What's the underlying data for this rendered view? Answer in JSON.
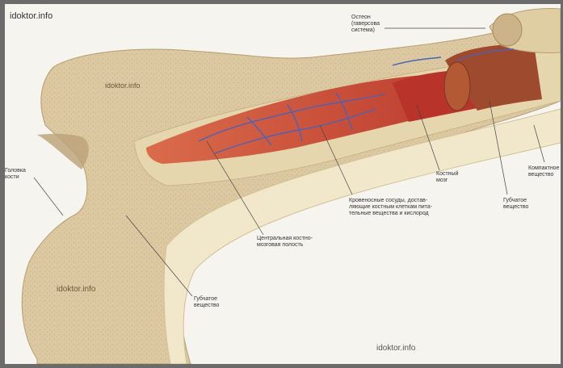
{
  "watermarks": {
    "top_left": "idoktor.info",
    "upper_bone": "idoktor.info",
    "head": "idoktor.info",
    "bottom": "idoktor.info"
  },
  "labels": {
    "osteon": "Остеон\n(гаверсова\nсистема)",
    "head": "Головка\nкости",
    "central_cavity": "Центральная костно-\nмозговая полость",
    "spongy_left": "Губчатое\nвещество",
    "blood_vessels": "Кровеносные сосуды, достав-\nляющие костным клеткам пита-\nтельные вещества и кислород",
    "marrow": "Костный\nмозг",
    "spongy_right": "Губчатое\nвещество",
    "compact": "Компактное\nвещество"
  },
  "colors": {
    "background": "#f6f4ef",
    "bone": "#dccaa0",
    "cortex": "#f2ead0",
    "marrow": "#c93a2b",
    "vessels": "#4a62b8"
  }
}
